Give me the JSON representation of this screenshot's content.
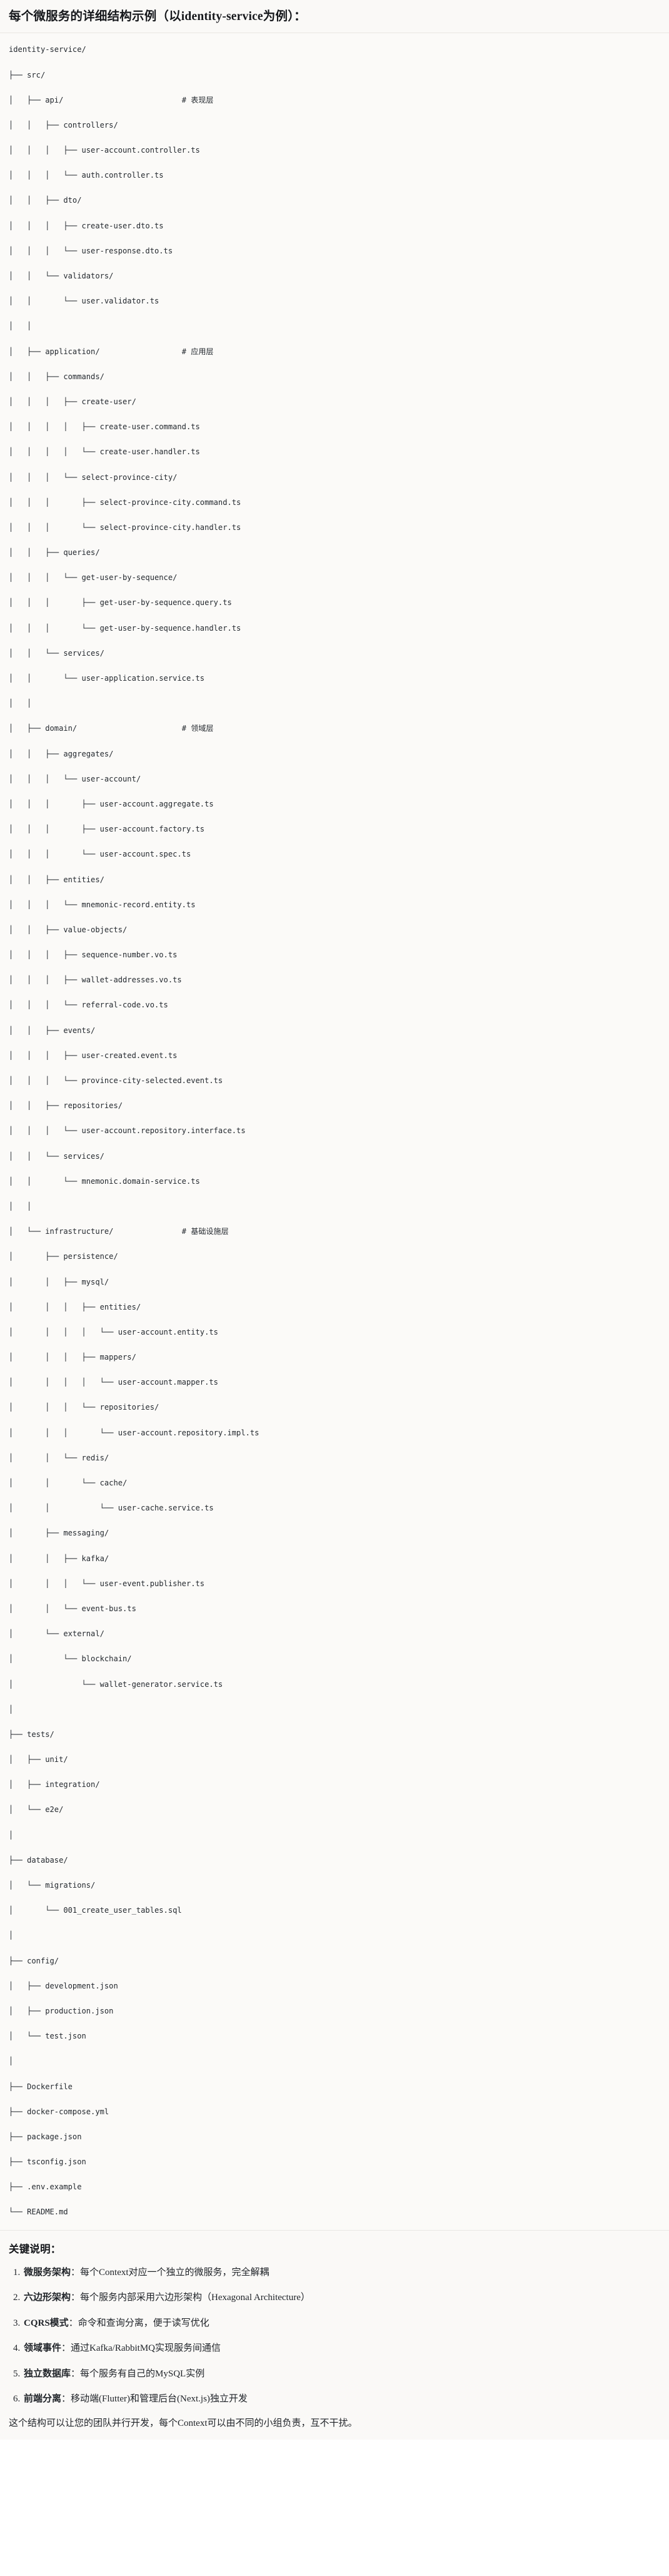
{
  "title": "每个微服务的详细结构示例（以identity-service为例）：",
  "code_block": {
    "language": "text",
    "lines": [
      "identity-service/",
      "├── src/",
      "│   ├── api/                          # 表现层",
      "│   │   ├── controllers/",
      "│   │   │   ├── user-account.controller.ts",
      "│   │   │   └── auth.controller.ts",
      "│   │   ├── dto/",
      "│   │   │   ├── create-user.dto.ts",
      "│   │   │   └── user-response.dto.ts",
      "│   │   └── validators/",
      "│   │       └── user.validator.ts",
      "│   │",
      "│   ├── application/                  # 应用层",
      "│   │   ├── commands/",
      "│   │   │   ├── create-user/",
      "│   │   │   │   ├── create-user.command.ts",
      "│   │   │   │   └── create-user.handler.ts",
      "│   │   │   └── select-province-city/",
      "│   │   │       ├── select-province-city.command.ts",
      "│   │   │       └── select-province-city.handler.ts",
      "│   │   ├── queries/",
      "│   │   │   └── get-user-by-sequence/",
      "│   │   │       ├── get-user-by-sequence.query.ts",
      "│   │   │       └── get-user-by-sequence.handler.ts",
      "│   │   └── services/",
      "│   │       └── user-application.service.ts",
      "│   │",
      "│   ├── domain/                       # 领域层",
      "│   │   ├── aggregates/",
      "│   │   │   └── user-account/",
      "│   │   │       ├── user-account.aggregate.ts",
      "│   │   │       ├── user-account.factory.ts",
      "│   │   │       └── user-account.spec.ts",
      "│   │   ├── entities/",
      "│   │   │   └── mnemonic-record.entity.ts",
      "│   │   ├── value-objects/",
      "│   │   │   ├── sequence-number.vo.ts",
      "│   │   │   ├── wallet-addresses.vo.ts",
      "│   │   │   └── referral-code.vo.ts",
      "│   │   ├── events/",
      "│   │   │   ├── user-created.event.ts",
      "│   │   │   └── province-city-selected.event.ts",
      "│   │   ├── repositories/",
      "│   │   │   └── user-account.repository.interface.ts",
      "│   │   └── services/",
      "│   │       └── mnemonic.domain-service.ts",
      "│   │",
      "│   └── infrastructure/               # 基础设施层",
      "│       ├── persistence/",
      "│       │   ├── mysql/",
      "│       │   │   ├── entities/",
      "│       │   │   │   └── user-account.entity.ts",
      "│       │   │   ├── mappers/",
      "│       │   │   │   └── user-account.mapper.ts",
      "│       │   │   └── repositories/",
      "│       │   │       └── user-account.repository.impl.ts",
      "│       │   └── redis/",
      "│       │       └── cache/",
      "│       │           └── user-cache.service.ts",
      "│       ├── messaging/",
      "│       │   ├── kafka/",
      "│       │   │   └── user-event.publisher.ts",
      "│       │   └── event-bus.ts",
      "│       └── external/",
      "│           └── blockchain/",
      "│               └── wallet-generator.service.ts",
      "│",
      "├── tests/",
      "│   ├── unit/",
      "│   ├── integration/",
      "│   └── e2e/",
      "│",
      "├── database/",
      "│   └── migrations/",
      "│       └── 001_create_user_tables.sql",
      "│",
      "├── config/",
      "│   ├── development.json",
      "│   ├── production.json",
      "│   └── test.json",
      "│",
      "├── Dockerfile",
      "├── docker-compose.yml",
      "├── package.json",
      "├── tsconfig.json",
      "├── .env.example",
      "└── README.md"
    ]
  },
  "notes": {
    "heading": "关键说明：",
    "items": [
      {
        "term": "微服务架构",
        "desc": "：每个Context对应一个独立的微服务，完全解耦"
      },
      {
        "term": "六边形架构",
        "desc": "：每个服务内部采用六边形架构（Hexagonal Architecture）"
      },
      {
        "term": "CQRS模式",
        "desc": "：命令和查询分离，便于读写优化"
      },
      {
        "term": "领域事件",
        "desc": "：通过Kafka/RabbitMQ实现服务间通信"
      },
      {
        "term": "独立数据库",
        "desc": "：每个服务有自己的MySQL实例"
      },
      {
        "term": "前端分离",
        "desc": "：移动端(Flutter)和管理后台(Next.js)独立开发"
      }
    ],
    "closing": "这个结构可以让您的团队并行开发，每个Context可以由不同的小组负责，互不干扰。"
  }
}
